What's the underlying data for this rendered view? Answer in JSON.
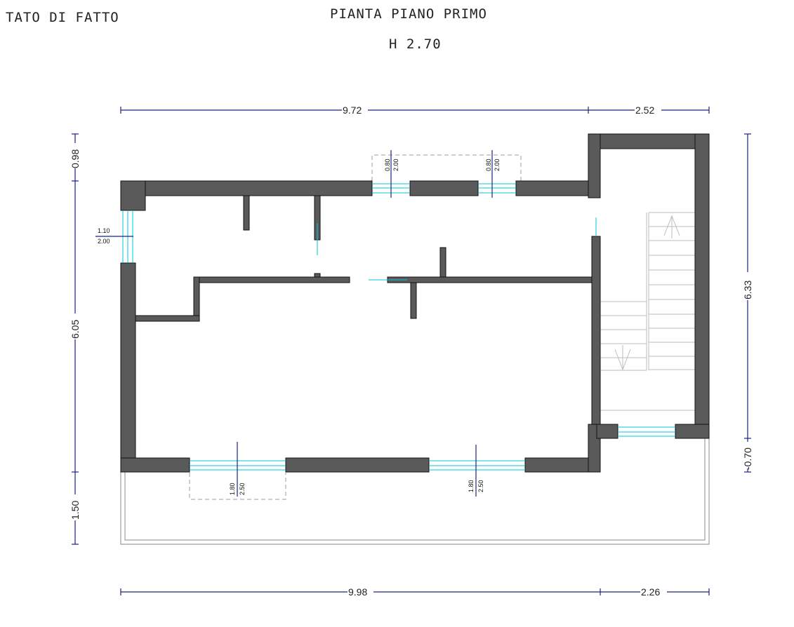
{
  "header": {
    "left_title": "TATO DI FATTO",
    "title": "PIANTA PIANO PRIMO",
    "height": "H 2.70"
  },
  "dimensions": {
    "top_main": "9.72",
    "top_right": "2.52",
    "bottom_main": "9.98",
    "bottom_right": "2.26",
    "left_top": "0.98",
    "left_mid": "6.05",
    "left_bottom": "1.50",
    "right_main": "6.33",
    "right_bottom": "-0.70"
  },
  "windows": {
    "left": {
      "width": "1.10",
      "height": "2.00"
    },
    "top_a": {
      "width": "0.80",
      "height": "2.00"
    },
    "top_b": {
      "width": "0.80",
      "height": "2.00"
    },
    "bottom_a": {
      "width": "1.80",
      "height": "2.50"
    },
    "bottom_b": {
      "width": "1.80",
      "height": "2.50"
    }
  },
  "colors": {
    "wall": "#5a5a5a",
    "dimension_line": "#1a237e",
    "window_line": "#00c8d8",
    "stair_line": "#bdbdbd"
  }
}
